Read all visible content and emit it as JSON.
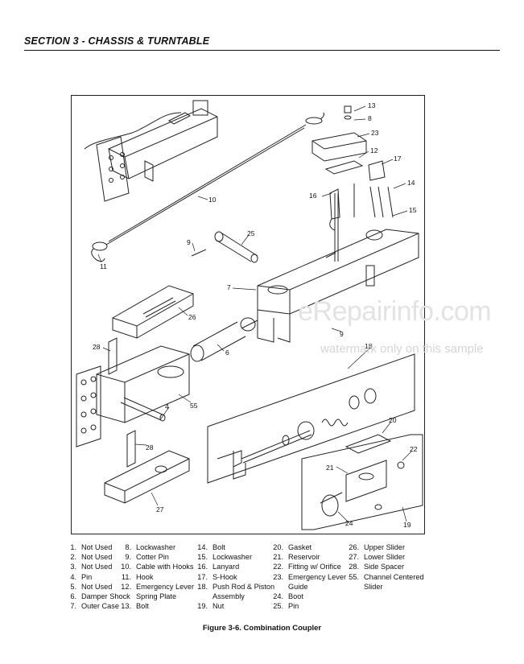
{
  "header": {
    "section_title": "SECTION 3 - CHASSIS & TURNTABLE"
  },
  "watermark": {
    "main": "eRepairinfo.com",
    "sub": "watermark only on this sample"
  },
  "callouts": [
    "13",
    "8",
    "23",
    "12",
    "17",
    "16",
    "14",
    "15",
    "10",
    "25",
    "9",
    "11",
    "7",
    "26",
    "9",
    "18",
    "28",
    "6",
    "4",
    "55",
    "20",
    "22",
    "21",
    "28",
    "27",
    "24",
    "19"
  ],
  "legend": {
    "columns": [
      [
        {
          "num": "1.",
          "text": "Not Used"
        },
        {
          "num": "2.",
          "text": "Not Used"
        },
        {
          "num": "3.",
          "text": "Not Used"
        },
        {
          "num": "4.",
          "text": "Pin"
        },
        {
          "num": "5.",
          "text": "Not Used"
        },
        {
          "num": "6.",
          "text": "Damper Shock"
        },
        {
          "num": "7.",
          "text": "Outer Case"
        }
      ],
      [
        {
          "num": "8.",
          "text": "Lockwasher"
        },
        {
          "num": "9.",
          "text": "Cotter Pin"
        },
        {
          "num": "10.",
          "text": "Cable with Hooks"
        },
        {
          "num": "11.",
          "text": "Hook"
        },
        {
          "num": "12.",
          "text": "Emergency Lever"
        },
        {
          "num": "",
          "text": "Spring Plate"
        },
        {
          "num": "13.",
          "text": "Bolt"
        }
      ],
      [
        {
          "num": "14.",
          "text": "Bolt"
        },
        {
          "num": "15.",
          "text": "Lockwasher"
        },
        {
          "num": "16.",
          "text": "Lanyard"
        },
        {
          "num": "17.",
          "text": "S-Hook"
        },
        {
          "num": "18.",
          "text": "Push Rod & Piston"
        },
        {
          "num": "",
          "text": "Assembly"
        },
        {
          "num": "19.",
          "text": "Nut"
        }
      ],
      [
        {
          "num": "20.",
          "text": "Gasket"
        },
        {
          "num": "21.",
          "text": "Reservoir"
        },
        {
          "num": "22.",
          "text": "Fitting w/ Orifice"
        },
        {
          "num": "23.",
          "text": "Emergency Lever"
        },
        {
          "num": "",
          "text": "Guide"
        },
        {
          "num": "24.",
          "text": "Boot"
        },
        {
          "num": "25.",
          "text": "Pin"
        }
      ],
      [
        {
          "num": "26.",
          "text": "Upper Slider"
        },
        {
          "num": "27.",
          "text": "Lower Slider"
        },
        {
          "num": "28.",
          "text": "Side Spacer"
        },
        {
          "num": "55.",
          "text": "Channel Centered"
        },
        {
          "num": "",
          "text": "Slider"
        }
      ]
    ]
  },
  "caption": {
    "text": "Figure 3-6.  Combination Coupler"
  }
}
